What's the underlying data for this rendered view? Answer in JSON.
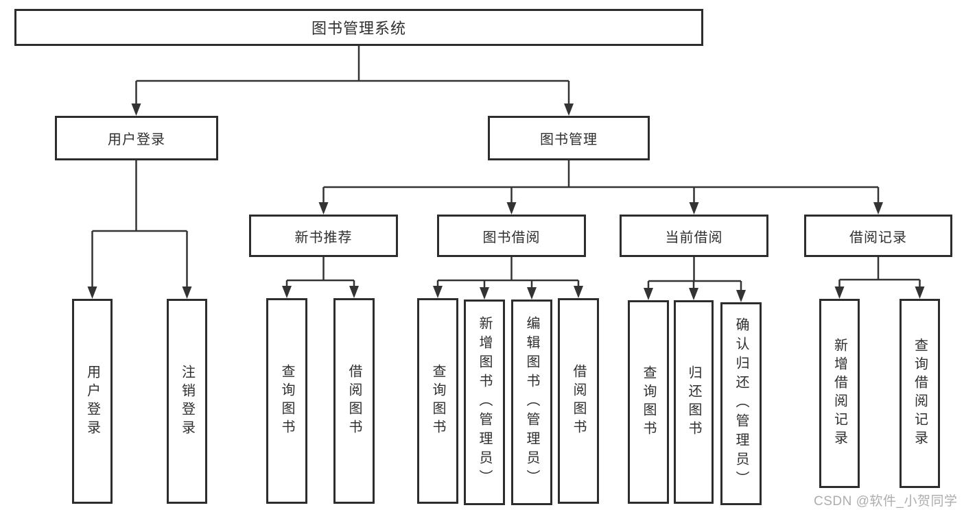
{
  "diagram": {
    "type": "tree",
    "title": "图书管理系统",
    "nodes": [
      {
        "id": 0,
        "label": "图书管理系统"
      },
      {
        "id": 1,
        "label": "用户登录"
      },
      {
        "id": 2,
        "label": "图书管理"
      },
      {
        "id": 3,
        "label": "用户登录"
      },
      {
        "id": 4,
        "label": "注销登录"
      },
      {
        "id": 5,
        "label": "新书推荐"
      },
      {
        "id": 6,
        "label": "图书借阅"
      },
      {
        "id": 7,
        "label": "当前借阅"
      },
      {
        "id": 8,
        "label": "借阅记录"
      },
      {
        "id": 9,
        "label": "查询图书"
      },
      {
        "id": 10,
        "label": "借阅图书"
      },
      {
        "id": 11,
        "label": "查询图书"
      },
      {
        "id": 12,
        "label": "新增图书（管理员）"
      },
      {
        "id": 13,
        "label": "编辑图书（管理员）"
      },
      {
        "id": 14,
        "label": "借阅图书"
      },
      {
        "id": 15,
        "label": "查询图书"
      },
      {
        "id": 16,
        "label": "归还图书"
      },
      {
        "id": 17,
        "label": "确认归还（管理员）"
      },
      {
        "id": 18,
        "label": "新增借阅记录"
      },
      {
        "id": 19,
        "label": "查询借阅记录"
      }
    ],
    "edges": [
      [
        0,
        1
      ],
      [
        0,
        2
      ],
      [
        1,
        3
      ],
      [
        1,
        4
      ],
      [
        2,
        5
      ],
      [
        2,
        6
      ],
      [
        2,
        7
      ],
      [
        2,
        8
      ],
      [
        5,
        9
      ],
      [
        5,
        10
      ],
      [
        6,
        11
      ],
      [
        6,
        12
      ],
      [
        6,
        13
      ],
      [
        6,
        14
      ],
      [
        7,
        15
      ],
      [
        7,
        16
      ],
      [
        7,
        17
      ],
      [
        8,
        18
      ],
      [
        8,
        19
      ]
    ]
  },
  "watermark": {
    "text": "CSDN @软件_小贺同学"
  },
  "colors": {
    "background": "#ffffff",
    "box_border": "#2d2d2d",
    "line": "#333333",
    "text": "#2f2f2f",
    "watermark": "#adadad"
  }
}
